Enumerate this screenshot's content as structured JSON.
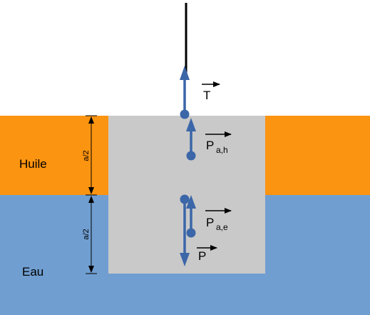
{
  "colors": {
    "oil": "#fb9410",
    "water": "#709ed1",
    "block": "#c9c9c9",
    "vector": "#3b66a8",
    "wire": "#000000",
    "dimension": "#000000"
  },
  "layers": {
    "oil_label": "Huile",
    "water_label": "Eau"
  },
  "dimensions": {
    "upper": "a/2",
    "lower": "a/2"
  },
  "forces": {
    "tension": {
      "symbol": "T",
      "subscript": ""
    },
    "buoyancy_oil": {
      "symbol": "P",
      "subscript": "a,h"
    },
    "buoyancy_water": {
      "symbol": "P",
      "subscript": "a,e"
    },
    "weight": {
      "symbol": "P",
      "subscript": ""
    }
  }
}
